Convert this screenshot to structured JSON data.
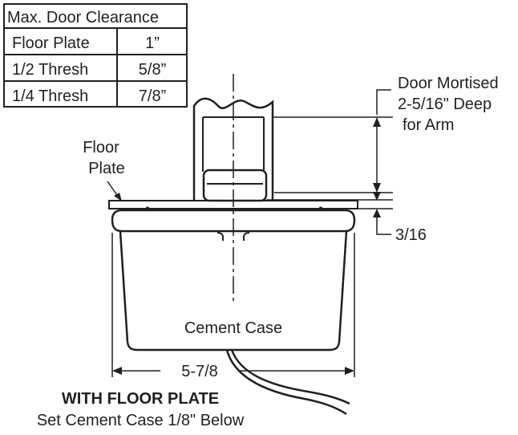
{
  "clearance_table": {
    "title": "Max. Door Clearance",
    "rows": [
      {
        "label": "Floor Plate",
        "value": "1”"
      },
      {
        "label": "1/2 Thresh",
        "value": "5/8”"
      },
      {
        "label": "1/4 Thresh",
        "value": "7/8”"
      }
    ]
  },
  "labels": {
    "door_mortised_line1": "Door Mortised",
    "door_mortised_line2": "2-5/16\" Deep",
    "door_mortised_line3": "for Arm",
    "floor_plate_line1": "Floor",
    "floor_plate_line2": "Plate",
    "plate_thickness": "3/16",
    "cement_case": "Cement Case",
    "case_width": "5-7/8"
  },
  "caption": {
    "title": "WITH FLOOR PLATE",
    "subtitle": "Set Cement Case 1/8\" Below"
  },
  "colors": {
    "ink": "#231f20",
    "background": "#ffffff"
  }
}
